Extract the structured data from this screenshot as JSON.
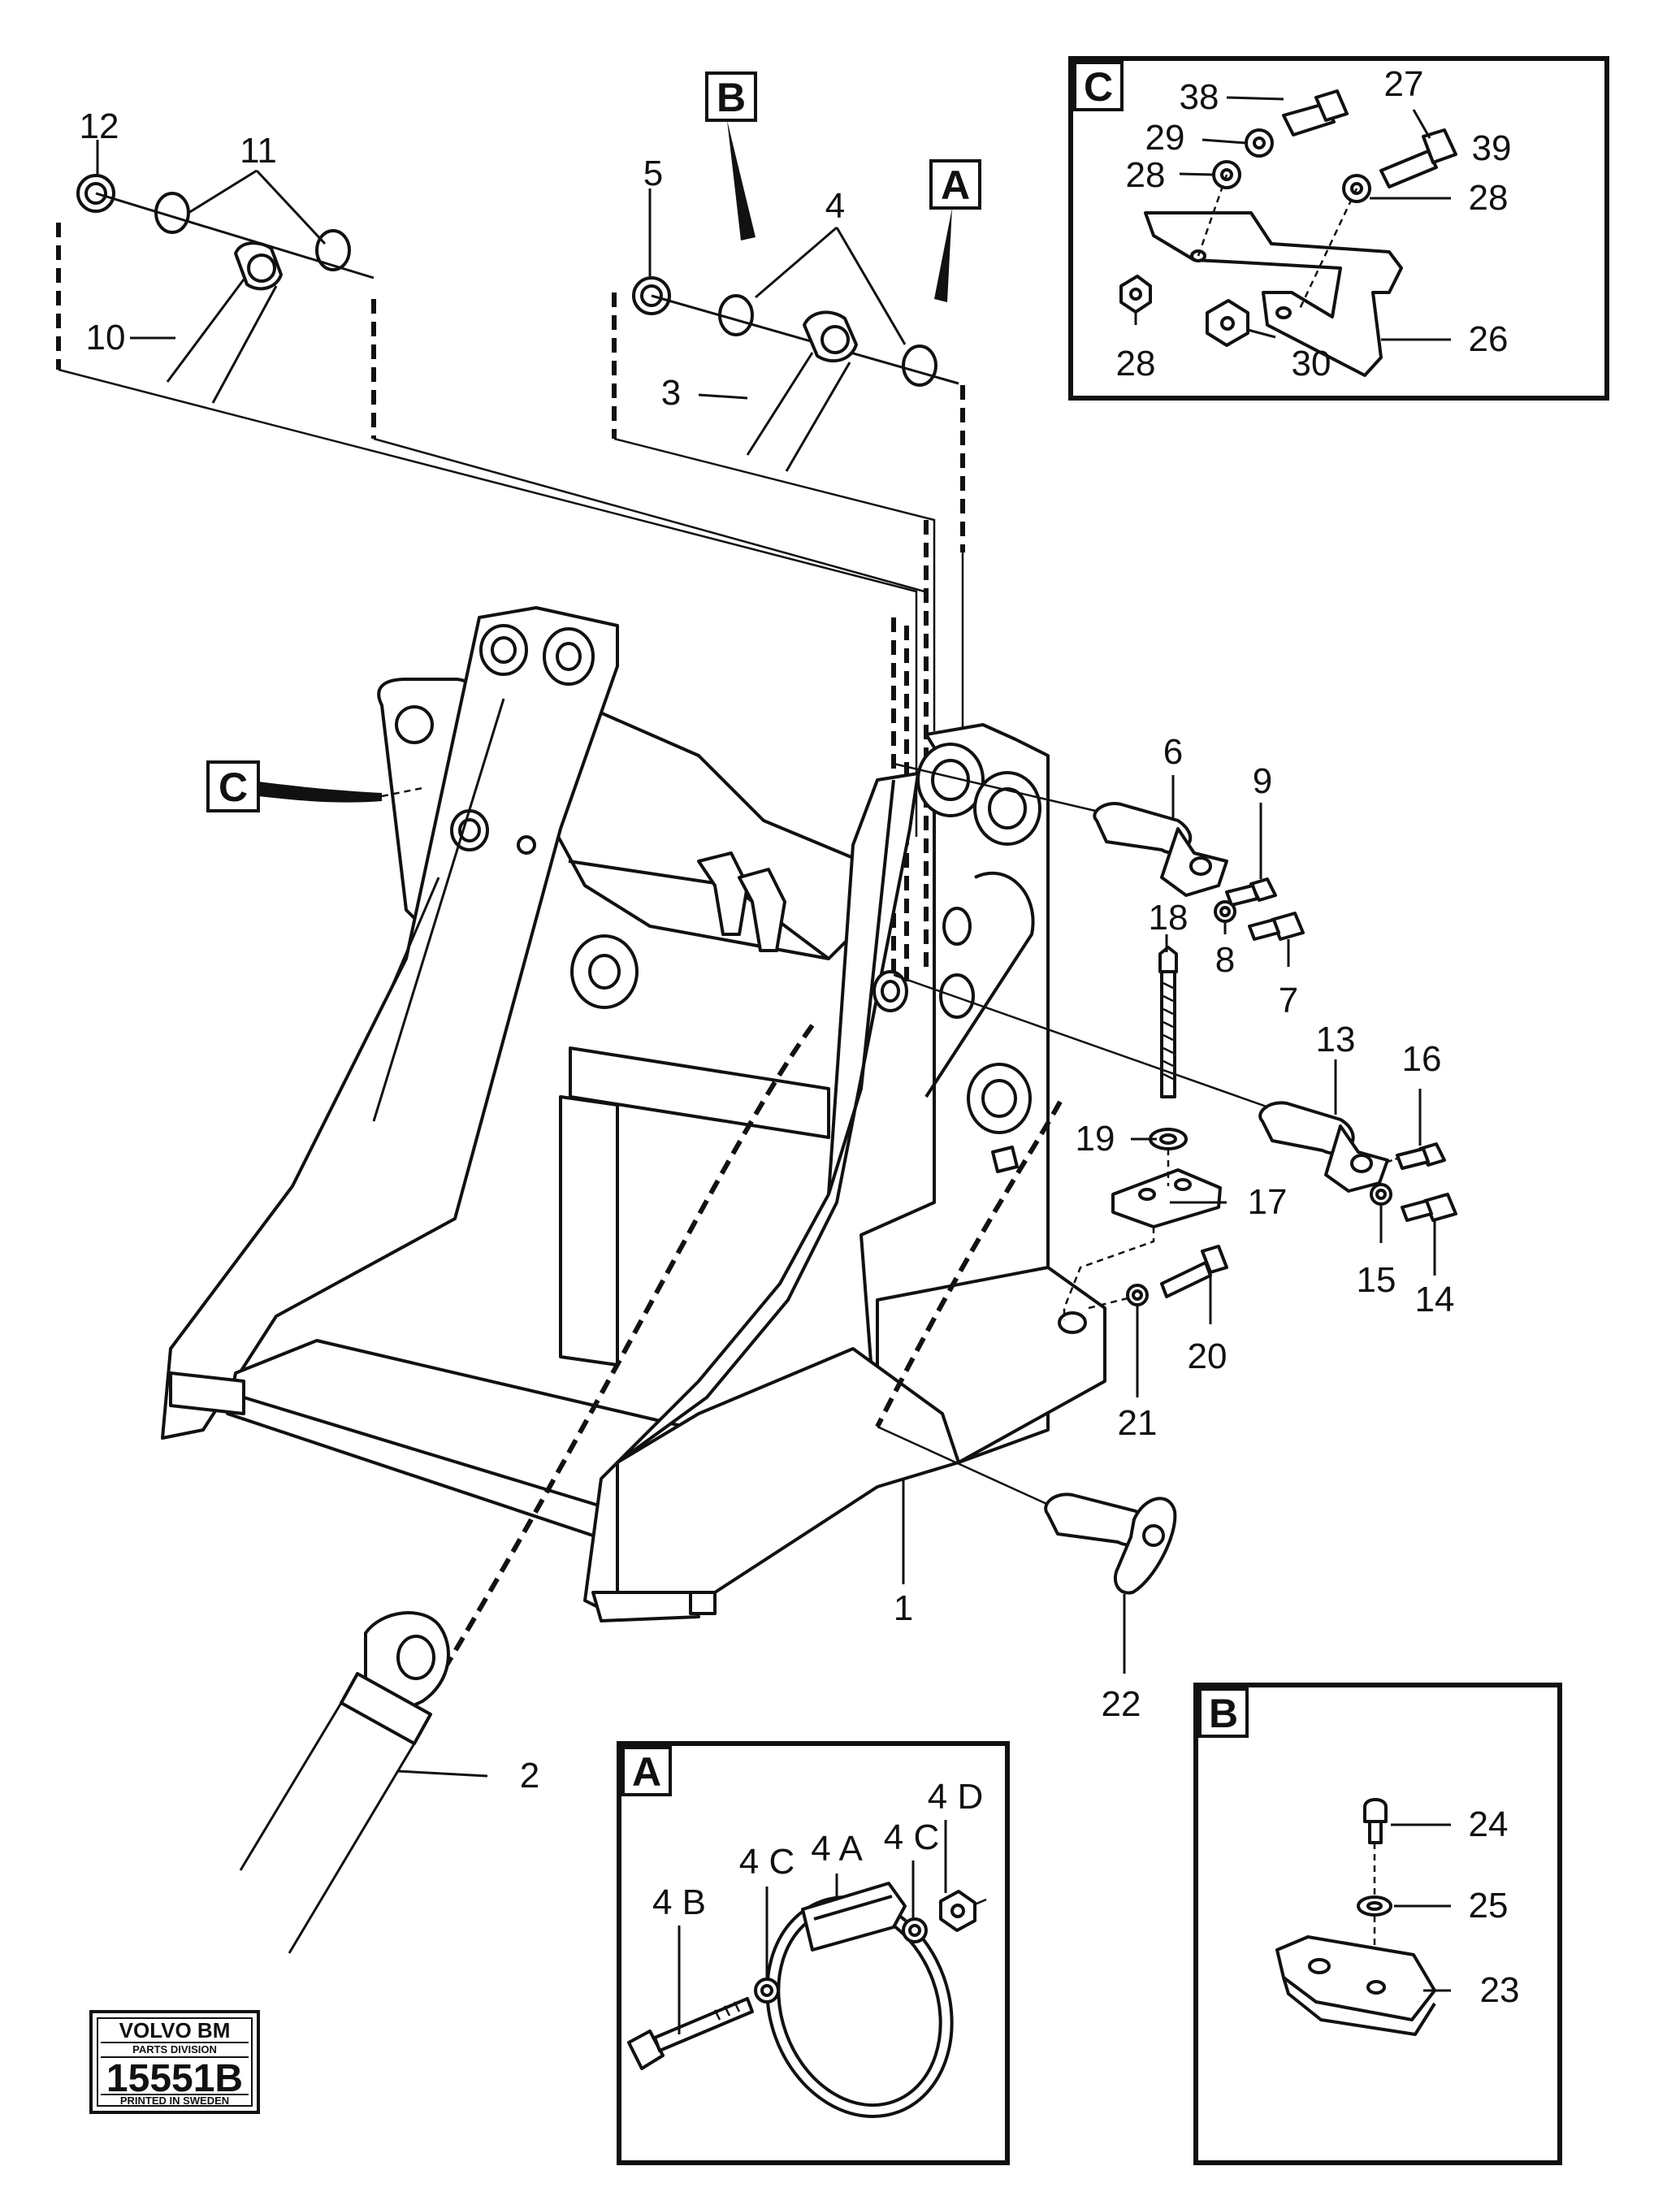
{
  "callouts": [
    {
      "id": "1",
      "text": "1"
    },
    {
      "id": "2",
      "text": "2"
    },
    {
      "id": "3",
      "text": "3"
    },
    {
      "id": "4",
      "text": "4"
    },
    {
      "id": "5",
      "text": "5"
    },
    {
      "id": "6",
      "text": "6"
    },
    {
      "id": "7",
      "text": "7"
    },
    {
      "id": "8",
      "text": "8"
    },
    {
      "id": "9",
      "text": "9"
    },
    {
      "id": "10",
      "text": "10"
    },
    {
      "id": "11",
      "text": "11"
    },
    {
      "id": "12",
      "text": "12"
    },
    {
      "id": "13",
      "text": "13"
    },
    {
      "id": "14",
      "text": "14"
    },
    {
      "id": "15",
      "text": "15"
    },
    {
      "id": "16",
      "text": "16"
    },
    {
      "id": "17",
      "text": "17"
    },
    {
      "id": "18",
      "text": "18"
    },
    {
      "id": "19",
      "text": "19"
    },
    {
      "id": "20",
      "text": "20"
    },
    {
      "id": "21",
      "text": "21"
    },
    {
      "id": "22",
      "text": "22"
    },
    {
      "id": "23",
      "text": "23"
    },
    {
      "id": "24",
      "text": "24"
    },
    {
      "id": "25",
      "text": "25"
    },
    {
      "id": "26",
      "text": "26"
    },
    {
      "id": "27",
      "text": "27"
    },
    {
      "id": "28",
      "text": "28"
    },
    {
      "id": "29",
      "text": "29"
    },
    {
      "id": "30",
      "text": "30"
    },
    {
      "id": "38",
      "text": "38"
    },
    {
      "id": "39",
      "text": "39"
    },
    {
      "id": "4A",
      "text": "4 A"
    },
    {
      "id": "4B",
      "text": "4 B"
    },
    {
      "id": "4C",
      "text": "4 C"
    },
    {
      "id": "4D",
      "text": "4 D"
    }
  ],
  "view_tags": {
    "A": "A",
    "B": "B",
    "C": "C"
  },
  "stamp": {
    "brand": "VOLVO BM",
    "division": "PARTS DIVISION",
    "number": "15551B",
    "footer": "PRINTED IN SWEDEN"
  }
}
